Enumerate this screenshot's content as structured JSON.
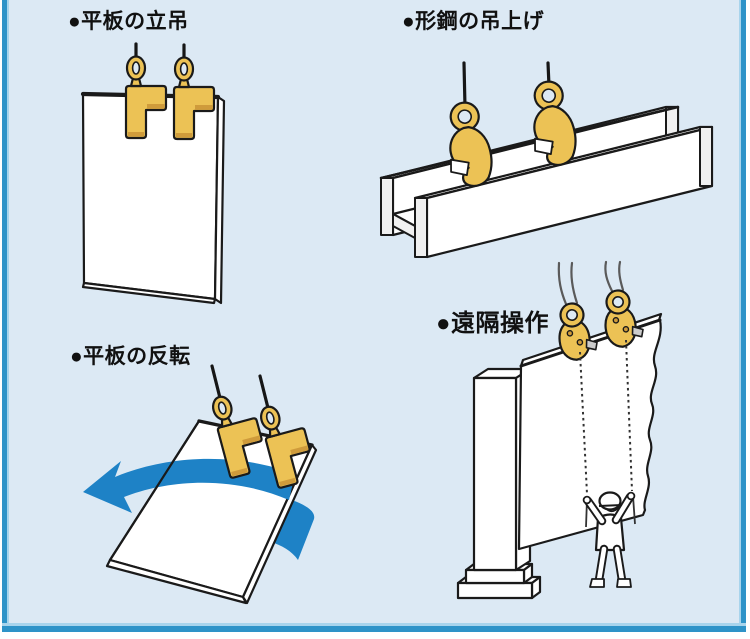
{
  "page": {
    "background_color": "#dce9f4",
    "frame_color": "#2e93c8",
    "frame_light_color": "#a8d4ec",
    "outer_color": "#ffffff"
  },
  "colors": {
    "clamp_gold": "#ecc255",
    "clamp_shadow": "#cf9b3b",
    "rotation_arrow_blue": "#1e82c6",
    "outline_black": "#1a1a1a",
    "steel_white": "#ffffff"
  },
  "panels": [
    {
      "id": "flat-plate-vertical-lift",
      "label": "●平板の立吊"
    },
    {
      "id": "shaped-steel-lifting",
      "label": "●形鋼の吊上げ"
    },
    {
      "id": "flat-plate-turning",
      "label": "●平板の反転"
    },
    {
      "id": "remote-operation",
      "label": "●遠隔操作"
    }
  ]
}
